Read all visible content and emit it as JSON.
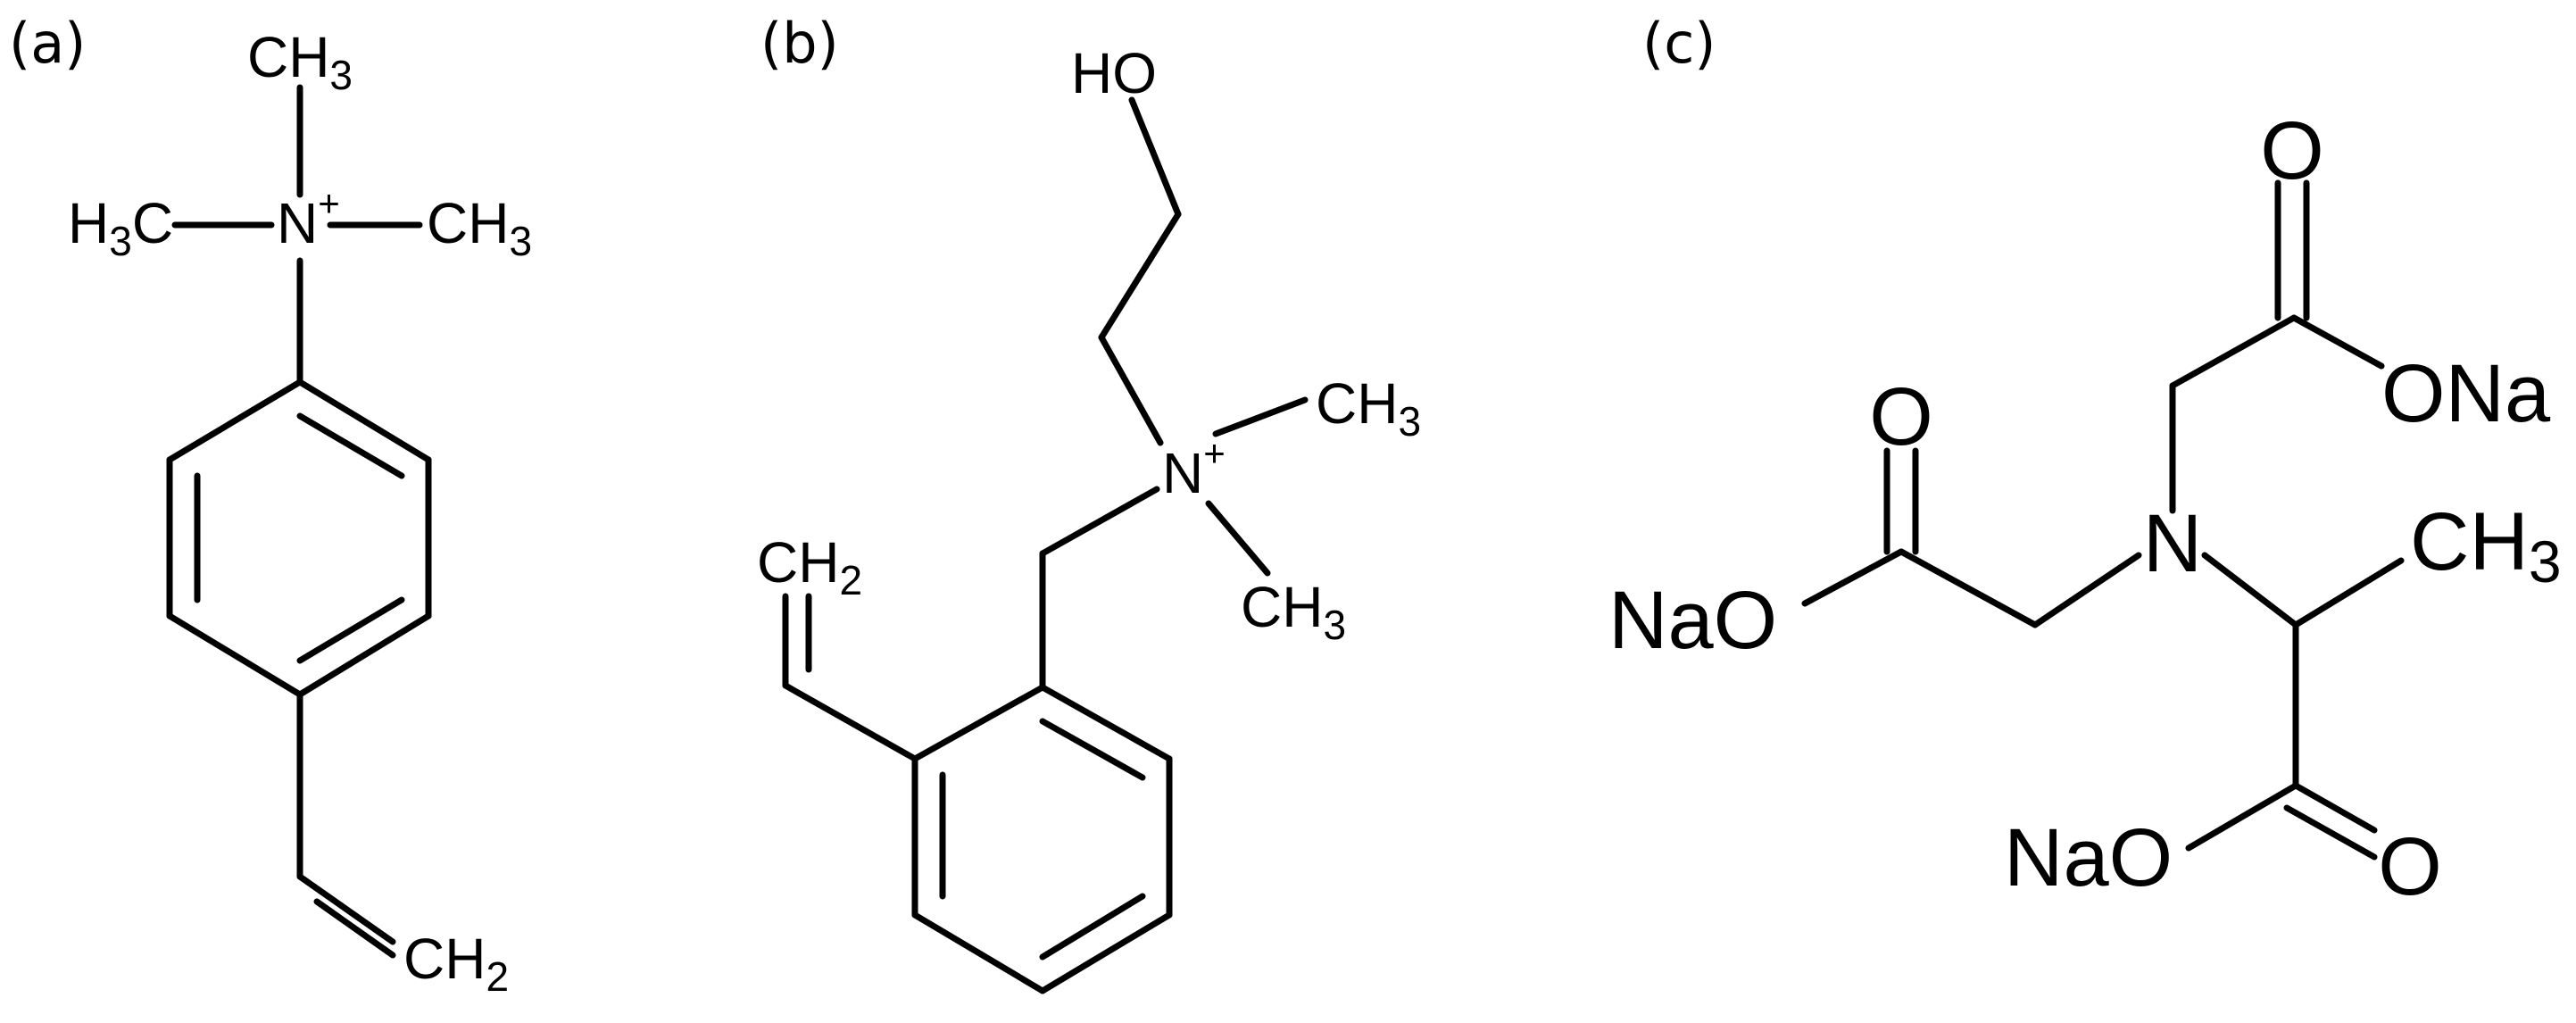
{
  "panels": [
    {
      "id": "a",
      "label": "(a)",
      "atoms": {
        "top_methyl": {
          "main": "CH",
          "sub": "3"
        },
        "left_methyl": {
          "pre": "H",
          "sub": "3",
          "main": "C"
        },
        "nitrogen": {
          "main": "N",
          "sup": "+"
        },
        "right_methyl": {
          "main": "CH",
          "sub": "3"
        },
        "vinyl_terminal": {
          "main": "CH",
          "sub": "2"
        }
      }
    },
    {
      "id": "b",
      "label": "(b)",
      "atoms": {
        "hydroxyl": {
          "main": "HO"
        },
        "nitrogen": {
          "main": "N",
          "sup": "+"
        },
        "methyl_upper": {
          "main": "CH",
          "sub": "3"
        },
        "methyl_lower": {
          "main": "CH",
          "sub": "3"
        },
        "vinyl_terminal": {
          "main": "CH",
          "sub": "2"
        }
      }
    },
    {
      "id": "c",
      "label": "(c)",
      "atoms": {
        "carbonyl_o_top": "O",
        "ona_top": "ONa",
        "carbonyl_o_left": "O",
        "nao_left": "NaO",
        "nitrogen": "N",
        "methyl": {
          "main": "CH",
          "sub": "3"
        },
        "nao_bottom": "NaO",
        "carbonyl_o_bottom": "O"
      }
    }
  ]
}
